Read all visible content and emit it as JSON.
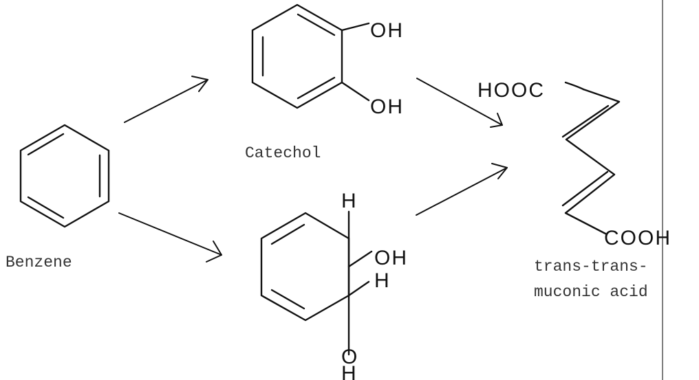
{
  "compounds": {
    "catechol": {
      "name": "Catechol",
      "oh_top": "OH",
      "oh_bottom": "OH"
    },
    "benzene": {
      "name": "Benzene"
    },
    "dihydrodiol": {
      "h_top": "H",
      "oh_right": "OH",
      "h_right": "H",
      "o_bottom": "O",
      "h_bottom": "H"
    },
    "muconic": {
      "cooh_top": "HOOC",
      "cooh_bottom": "COOH",
      "name_line1": "trans-trans-",
      "name_line2": "muconic acid"
    }
  }
}
